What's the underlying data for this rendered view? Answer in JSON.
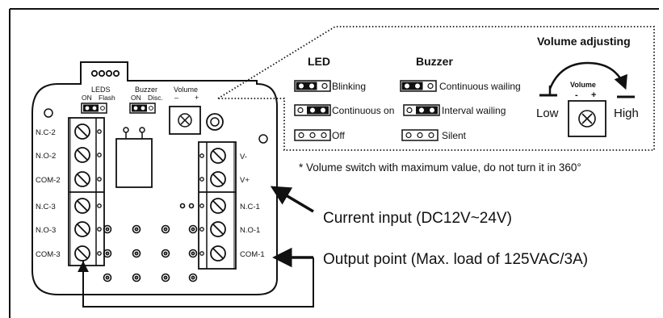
{
  "board": {
    "leds_header": "LEDS",
    "leds_on": "ON",
    "leds_flash": "Flash",
    "buzzer_header": "Buzzer",
    "buzzer_on": "ON",
    "buzzer_disc": "Disc.",
    "volume_header": "Volume",
    "volume_minus": "–",
    "volume_plus": "+",
    "left_terminals": [
      "N.C-2",
      "N.O-2",
      "COM-2",
      "N.C-3",
      "N.O-3",
      "COM-3"
    ],
    "right_terminals": [
      "V-",
      "V+",
      "N.C-1",
      "N.O-1",
      "COM-1"
    ]
  },
  "legend": {
    "led_title": "LED",
    "buzzer_title": "Buzzer",
    "led_modes": [
      "Blinking",
      "Continuous on",
      "Off"
    ],
    "buzzer_modes": [
      "Continuous wailing",
      "Interval wailing",
      "Silent"
    ],
    "volume_title": "Volume adjusting",
    "volume_knob_label": "Volume",
    "volume_minus": "-",
    "volume_plus": "+",
    "low_label": "Low",
    "high_label": "High"
  },
  "note": "* Volume switch with maximum value, do not turn it in 360°",
  "current_input_label": "Current input (DC12V~24V)",
  "output_point_label": "Output point (Max. load of 125VAC/3A)"
}
